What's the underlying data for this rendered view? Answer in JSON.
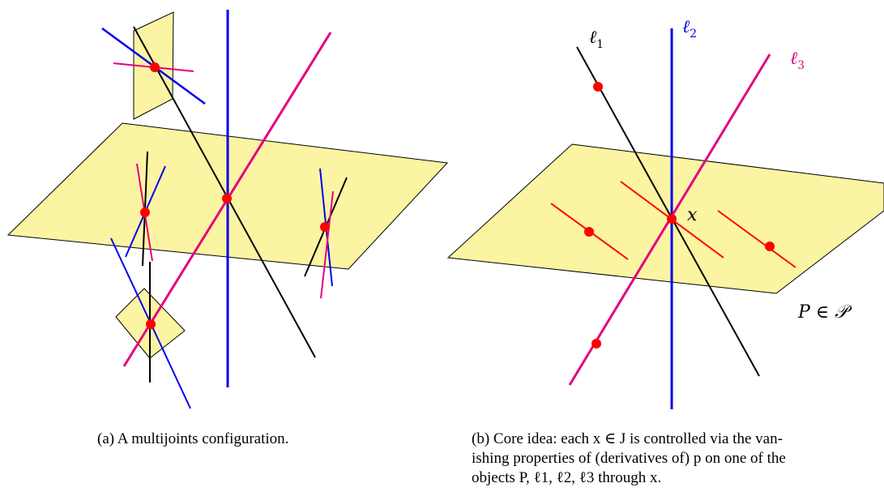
{
  "colors": {
    "plane_fill": "#fbf4a3",
    "blue": "#0000ee",
    "magenta": "#e6007e",
    "red_point": "#ff0000",
    "red_segment": "#ff0000",
    "black": "#000000"
  },
  "panel_b": {
    "label_l1": "ℓ",
    "label_l1_sub": "1",
    "label_l2": "ℓ",
    "label_l2_sub": "2",
    "label_l3": "ℓ",
    "label_l3_sub": "3",
    "label_x": "x",
    "label_plane": "P ∈ 𝒫"
  },
  "captions": {
    "a": "(a) A multijoints configuration.",
    "b_line1": "(b) Core idea: each x ∈ J is controlled via the van-",
    "b_line2": "ishing properties of (derivatives of) p on one of the",
    "b_line3": "objects P, ℓ1, ℓ2, ℓ3 through x."
  }
}
